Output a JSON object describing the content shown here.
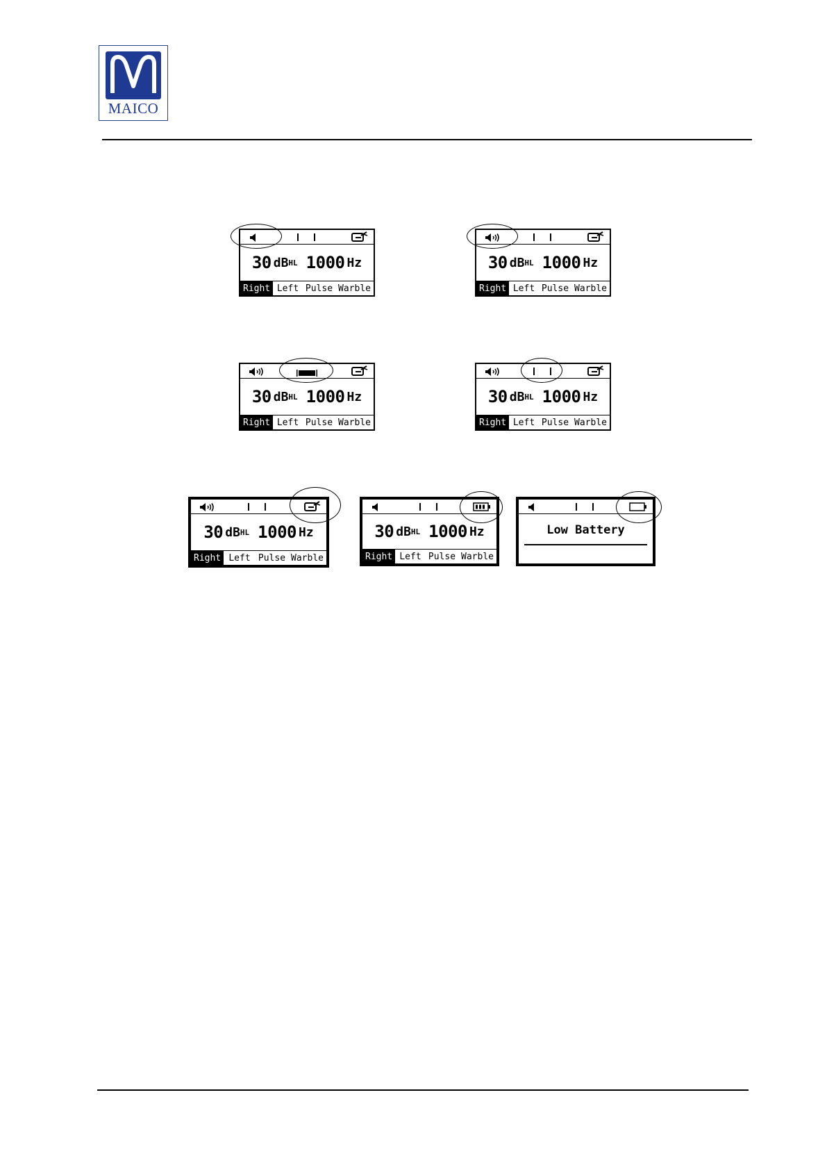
{
  "logo": {
    "text": "MAICO"
  },
  "screens": [
    {
      "level": "30",
      "level_unit": "dB",
      "level_sub": "HL",
      "freq": "1000",
      "freq_unit": "Hz",
      "tabs": [
        "Right",
        "Left",
        "Pulse",
        "Warble"
      ],
      "selected_tab": "Right",
      "highlight": "speaker"
    },
    {
      "level": "30",
      "level_unit": "dB",
      "level_sub": "HL",
      "freq": "1000",
      "freq_unit": "Hz",
      "tabs": [
        "Right",
        "Left",
        "Pulse",
        "Warble"
      ],
      "selected_tab": "Right",
      "highlight": "speaker-sound"
    },
    {
      "level": "30",
      "level_unit": "dB",
      "level_sub": "HL",
      "freq": "1000",
      "freq_unit": "Hz",
      "tabs": [
        "Right",
        "Left",
        "Pulse",
        "Warble"
      ],
      "selected_tab": "Right",
      "highlight": "response-bar"
    },
    {
      "level": "30",
      "level_unit": "dB",
      "level_sub": "HL",
      "freq": "1000",
      "freq_unit": "Hz",
      "tabs": [
        "Right",
        "Left",
        "Pulse",
        "Warble"
      ],
      "selected_tab": "Right",
      "highlight": "response-markers"
    },
    {
      "level": "30",
      "level_unit": "dB",
      "level_sub": "HL",
      "freq": "1000",
      "freq_unit": "Hz",
      "tabs": [
        "Right",
        "Left",
        "Pulse",
        "Warble"
      ],
      "selected_tab": "Right",
      "highlight": "power-plug"
    },
    {
      "level": "30",
      "level_unit": "dB",
      "level_sub": "HL",
      "freq": "1000",
      "freq_unit": "Hz",
      "tabs": [
        "Right",
        "Left",
        "Pulse",
        "Warble"
      ],
      "selected_tab": "Right",
      "highlight": "battery-full"
    },
    {
      "message": "Low Battery",
      "highlight": "battery-empty"
    }
  ]
}
